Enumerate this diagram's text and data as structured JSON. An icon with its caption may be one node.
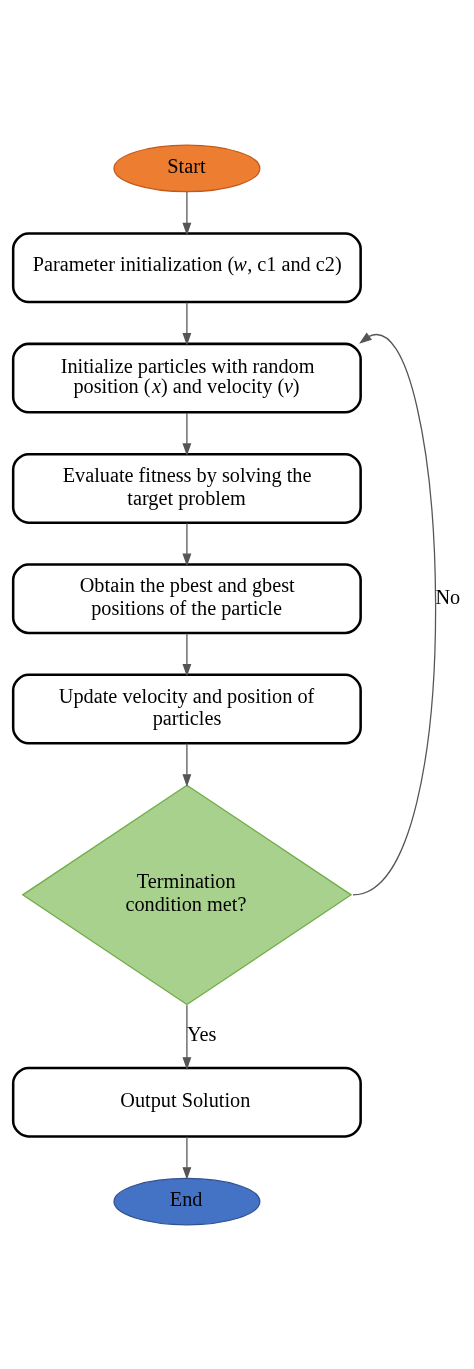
{
  "diagram": {
    "nodes": [
      {
        "text": [
          "Start"
        ]
      },
      {
        "text": [
          "Parameter initialization (*w*, c1 and c2)"
        ]
      },
      {
        "text": [
          "Initialize particles with random position (*x*) and velocity (*v*)"
        ]
      },
      {
        "text": [
          "Evaluate fitness by solving the target problem"
        ]
      },
      {
        "text": [
          "Obtain the pbest and gbest positions of the particle"
        ]
      },
      {
        "text": [
          "Update velocity and position of particles"
        ]
      },
      {
        "text": [
          "Termination condition met?"
        ]
      },
      {
        "text": [
          "Output Solution"
        ]
      },
      {
        "text": [
          "End"
        ]
      }
    ],
    "edges": [
      {
        "from": 0,
        "to": 1,
        "arrow": "to"
      },
      {
        "from": 1,
        "to": 2,
        "arrow": "to"
      },
      {
        "from": 2,
        "to": 3,
        "arrow": "to"
      },
      {
        "from": 3,
        "to": 4,
        "arrow": "to"
      },
      {
        "from": 4,
        "to": 5,
        "arrow": "to"
      },
      {
        "from": 5,
        "to": 6,
        "arrow": "to"
      },
      {
        "from": 6,
        "to": 2,
        "arrow": "to",
        "label": "No"
      },
      {
        "from": 6,
        "to": 7,
        "arrow": "to",
        "label": "Yes"
      },
      {
        "from": 7,
        "to": 8,
        "arrow": "to"
      }
    ]
  }
}
